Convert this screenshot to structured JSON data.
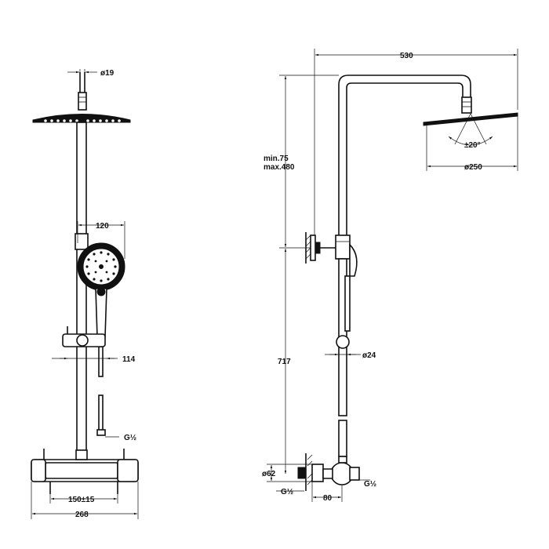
{
  "front_view": {
    "dims": {
      "pipe_dia": "ø19",
      "hand_shower_width": "120",
      "holder_projection": "114",
      "thread_hose": "G½",
      "inlet_spacing": "150±15",
      "overall_width": "268"
    }
  },
  "side_view": {
    "dims": {
      "arm_reach": "530",
      "height_range_1": "min.75",
      "height_range_2": "max.480",
      "head_angle": "±20°",
      "head_dia": "ø250",
      "holder_dia": "ø24",
      "column_height": "717",
      "escutcheon_dia": "ø62",
      "inlet_thread": "G½",
      "wall_offset": "80",
      "outlet_thread": "G½"
    }
  }
}
